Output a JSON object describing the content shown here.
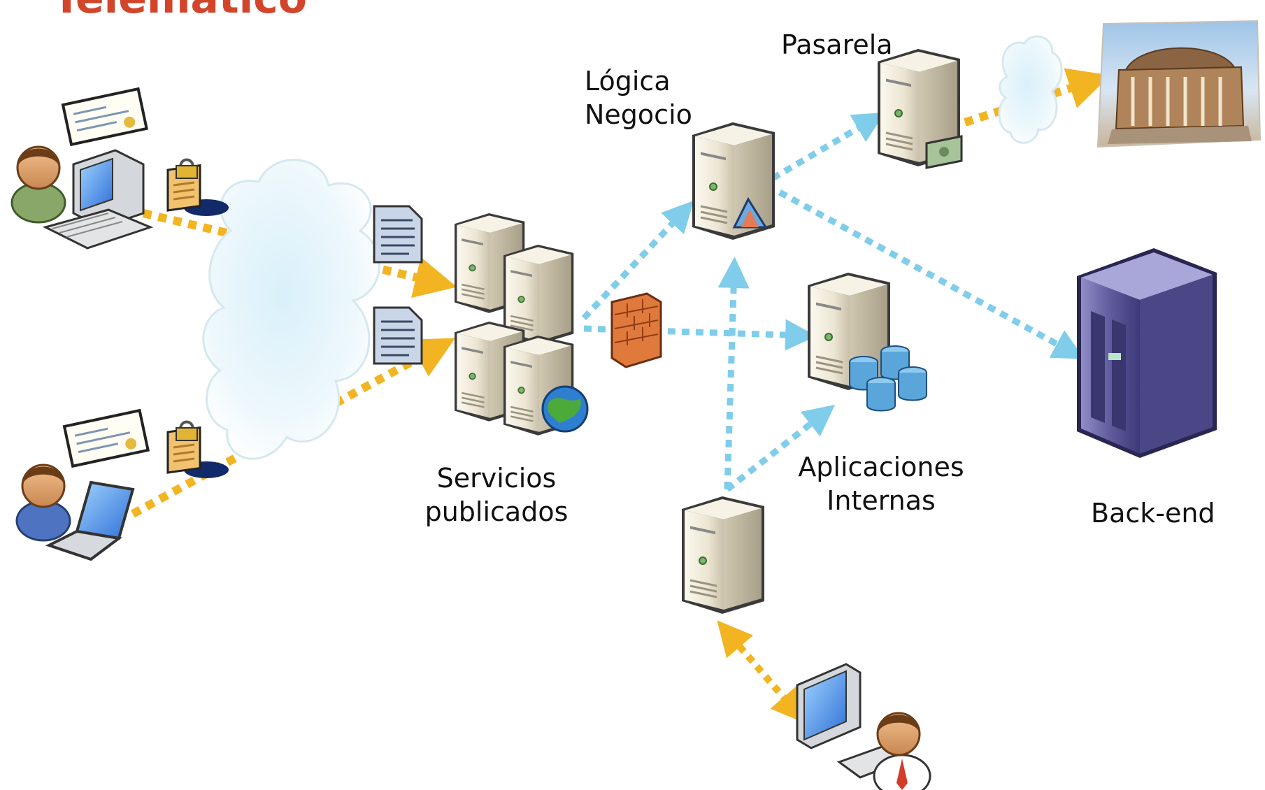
{
  "header": {
    "title_fragment": "Telemático"
  },
  "labels": {
    "pasarela": "Pasarela",
    "logica_line1": "Lógica",
    "logica_line2": "Negocio",
    "servicios_line1": "Servicios",
    "servicios_line2": "publicados",
    "aplicaciones_line1": "Aplicaciones",
    "aplicaciones_line2": "Internas",
    "backend": "Back-end"
  },
  "colors": {
    "title": "#d2452a",
    "external_flow": "#f3b422",
    "internal_flow": "#7fcdea",
    "cloud": "#e7f5fb",
    "server_body": "#efe9d9",
    "backend_body": "#5e5a9a",
    "firewall": "#e07a3c"
  },
  "icons": [
    "user-icon",
    "desktop-computer-icon",
    "laptop-icon",
    "certificate-icon",
    "padlock-icon",
    "cloud-icon",
    "document-icon",
    "server-cluster-icon",
    "globe-icon",
    "firewall-icon",
    "server-icon",
    "database-icon",
    "money-card-icon",
    "building-icon",
    "mainframe-icon",
    "workstation-icon"
  ]
}
